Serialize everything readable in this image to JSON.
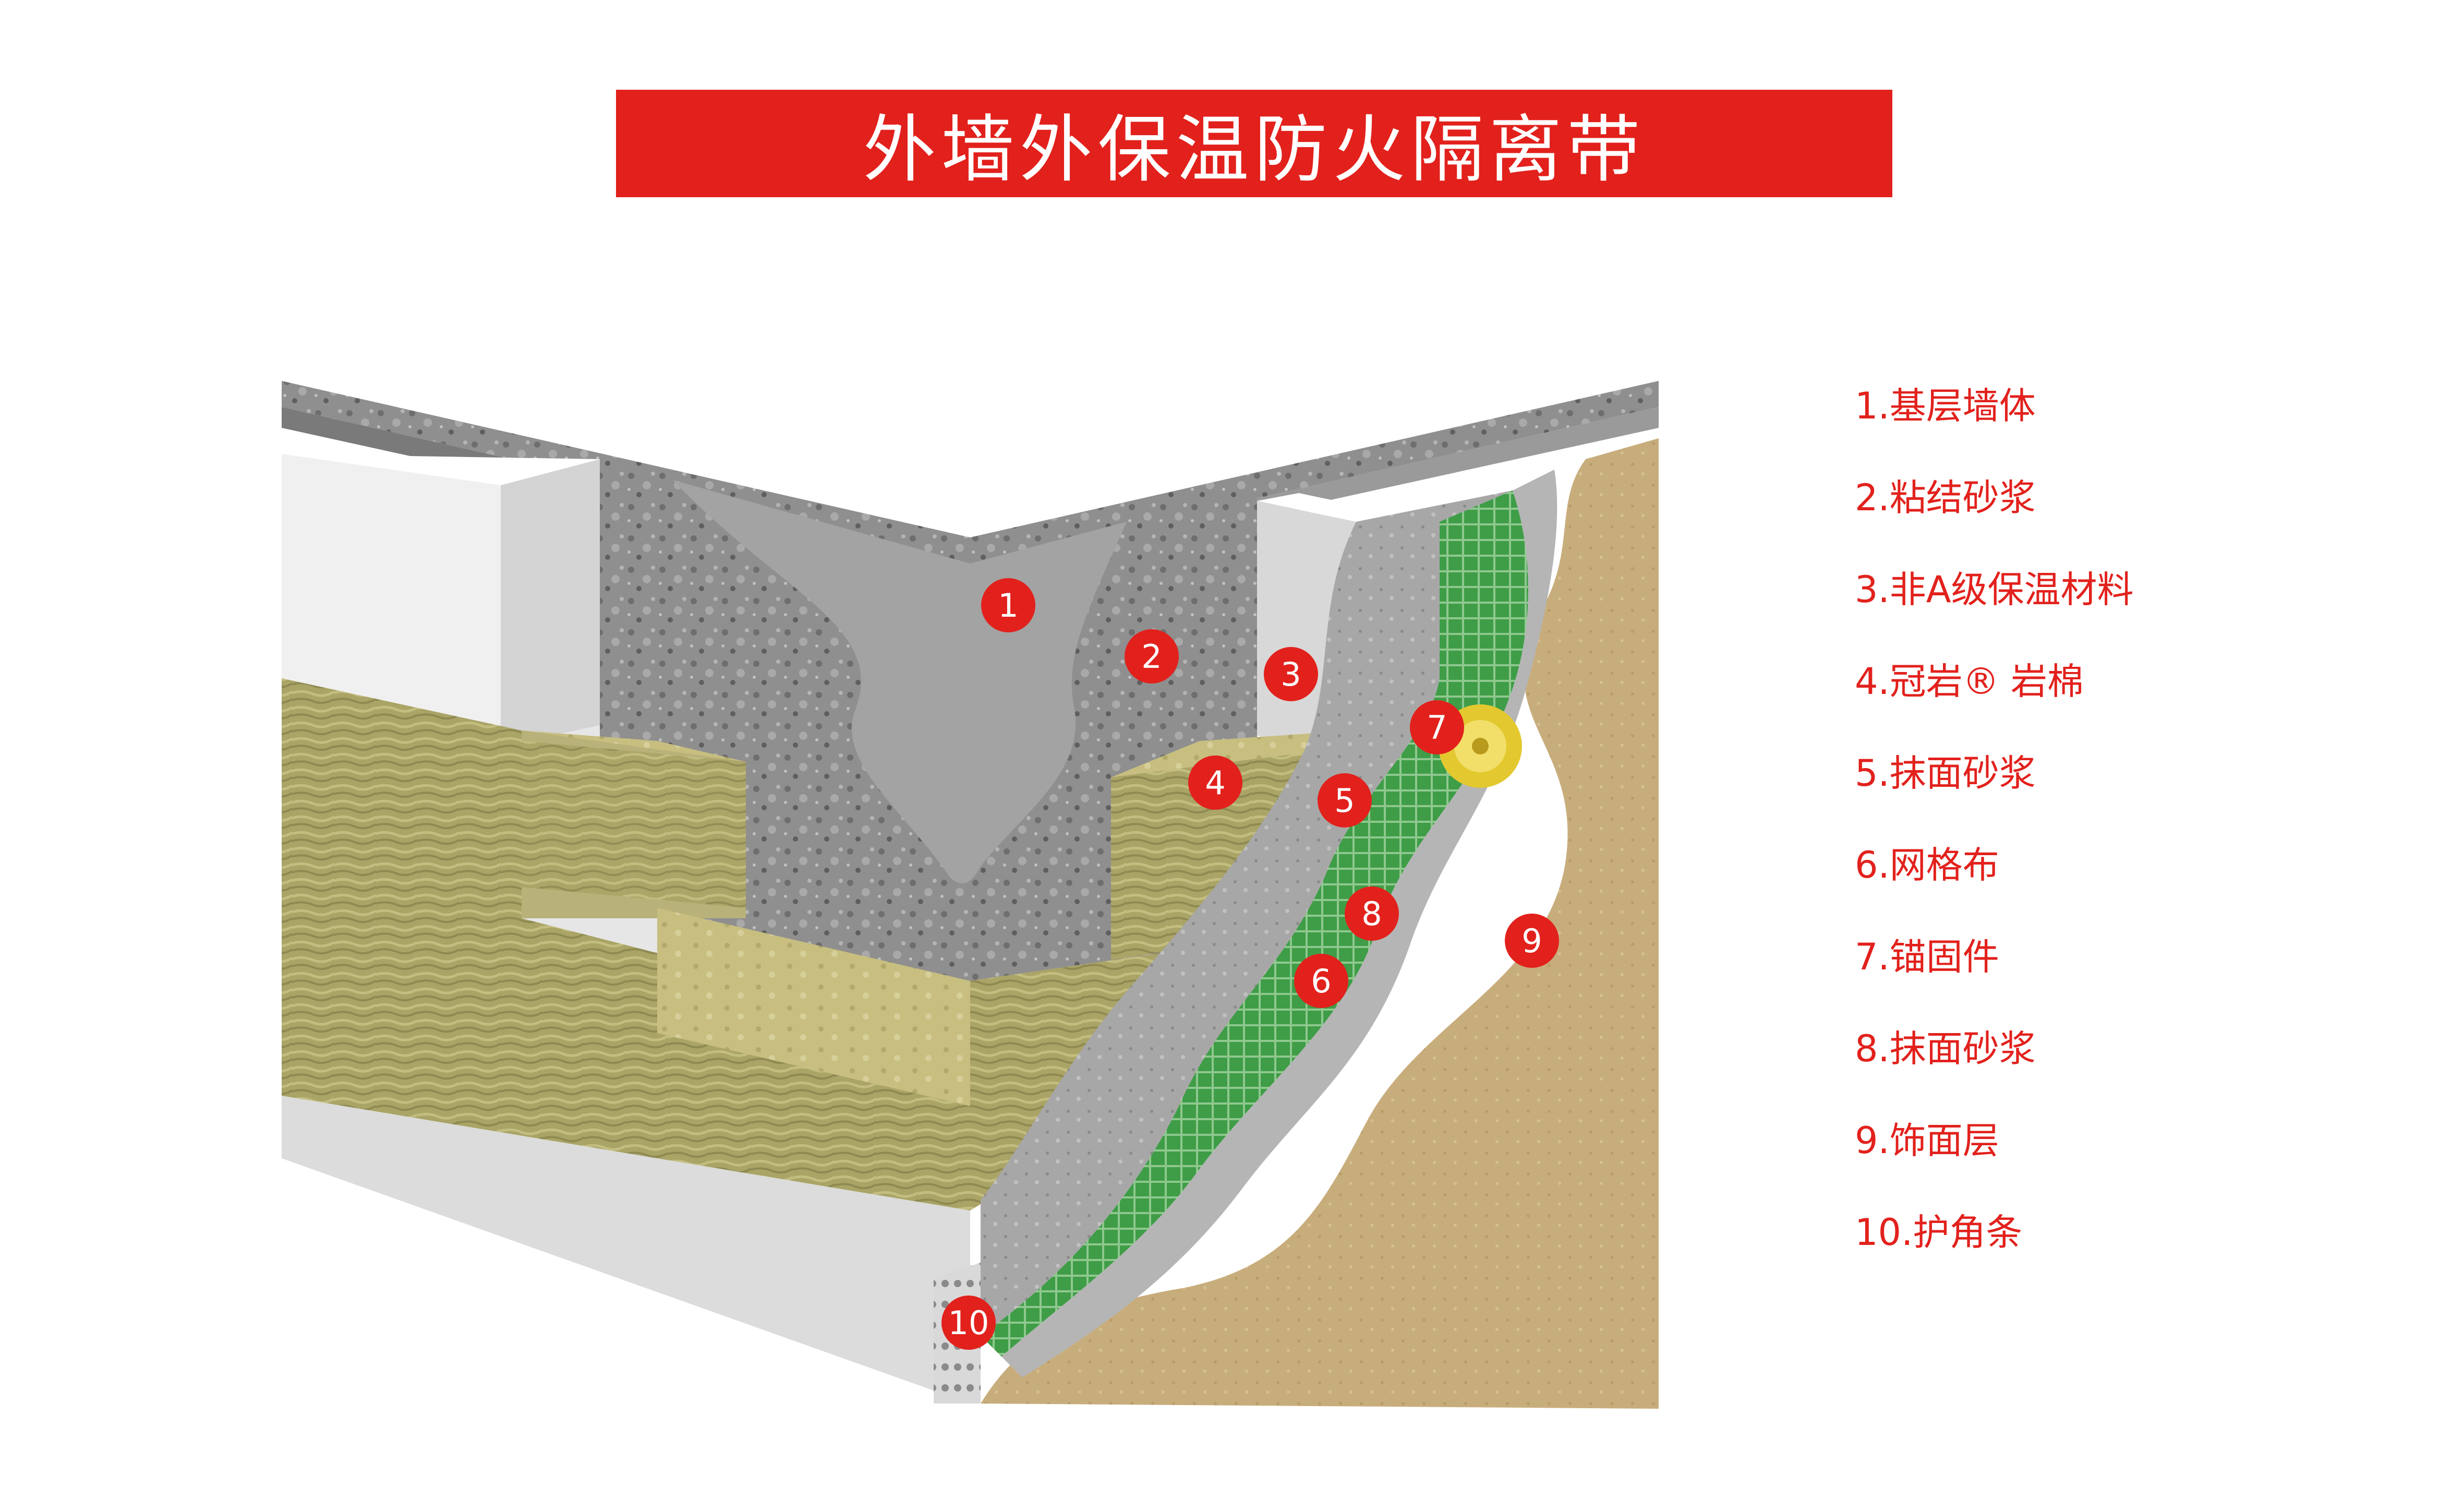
{
  "title": "外墙外保温防火隔离带",
  "colors": {
    "accent": "#e2211c",
    "concrete": "#8c8c8c",
    "rock_wool": "#b5b073",
    "mesh": "#3ea04a",
    "finish": "#c9ae7e",
    "insulation": "#e6e6e6"
  },
  "markers": [
    "1",
    "2",
    "3",
    "4",
    "5",
    "6",
    "7",
    "8",
    "9",
    "10"
  ],
  "legend": [
    "1.基层墙体",
    "2.粘结砂浆",
    "3.非A级保温材料",
    "4.冠岩® 岩棉",
    "5.抹面砂浆",
    "6.网格布",
    "7.锚固件",
    "8.抹面砂浆",
    "9.饰面层",
    "10.护角条"
  ]
}
